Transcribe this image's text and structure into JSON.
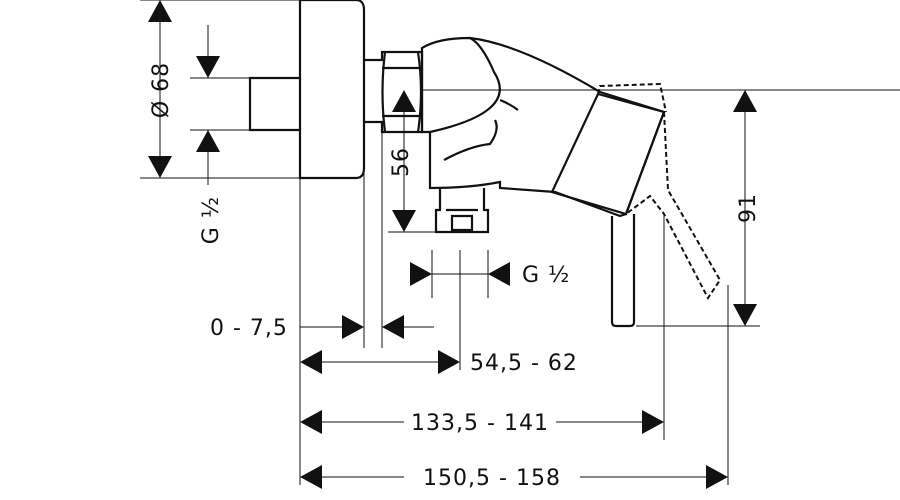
{
  "labels": {
    "diameter": "Ø 68",
    "thread_left": "G ½",
    "height_56": "56",
    "thread_bottom": "G ½",
    "height_91": "91",
    "offset": "0 - 7,5",
    "dist_outlet": "54,5 - 62",
    "dist_lever": "133,5 - 141",
    "dist_total": "150,5 - 158"
  },
  "colors": {
    "line": "#111111",
    "background": "#ffffff"
  }
}
